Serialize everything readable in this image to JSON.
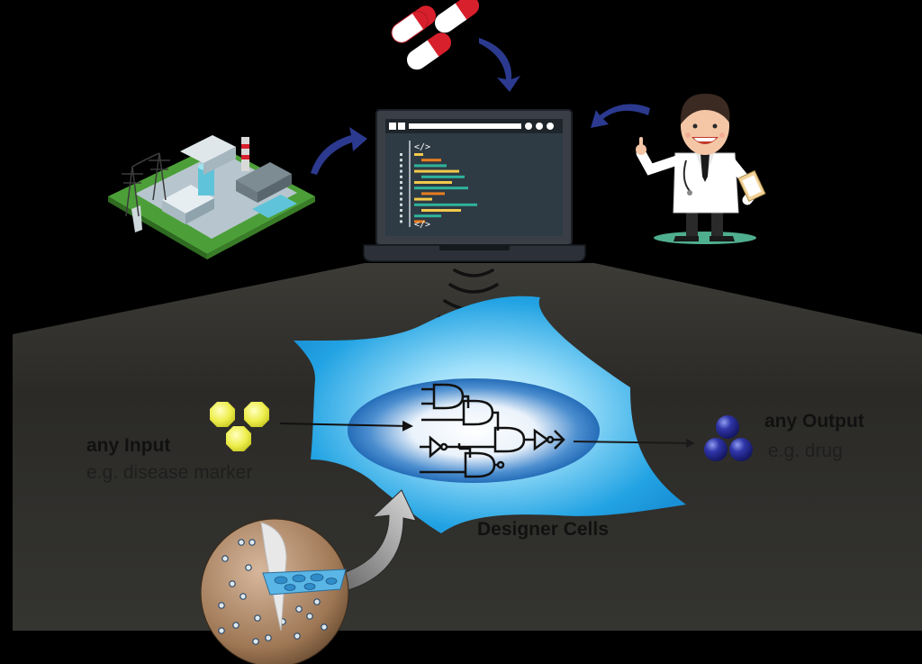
{
  "labels": {
    "input_title": "any Input",
    "input_example": "e.g. disease marker",
    "output_title": "any Output",
    "output_example": "e.g. drug",
    "cells_label": "Designer Cells"
  },
  "code_lines": [
    {
      "color": "#f2c94c",
      "w": 10
    },
    {
      "color": "#e67e22",
      "w": 22
    },
    {
      "color": "#2fb39b",
      "w": 36
    },
    {
      "color": "#f2c94c",
      "w": 50
    },
    {
      "color": "#2fb39b",
      "w": 48
    },
    {
      "color": "#f2c94c",
      "w": 42
    },
    {
      "color": "#2fb39b",
      "w": 60
    },
    {
      "color": "#e67e22",
      "w": 26
    },
    {
      "color": "#f2c94c",
      "w": 20
    },
    {
      "color": "#2fb39b",
      "w": 70
    },
    {
      "color": "#f2c94c",
      "w": 44
    },
    {
      "color": "#2fb39b",
      "w": 30
    },
    {
      "color": "#e67e22",
      "w": 12
    }
  ],
  "colors": {
    "background": "#000000",
    "panel": "#2a2a28",
    "cell_light": "#a8e4fb",
    "cell_dark": "#1c9be0",
    "nucleus": "#0e63b6",
    "arrow_blue": "#2b3a8f",
    "input_marker": "#e8e84a",
    "output_molecule": "#2b2fa0",
    "pill_red": "#d8202c"
  },
  "icons": [
    "pills-icon",
    "laptop-icon",
    "doctor-icon",
    "power-plant-icon",
    "wireless-signal-icon",
    "logic-gate-circuit-icon",
    "implant-capsule-icon"
  ]
}
